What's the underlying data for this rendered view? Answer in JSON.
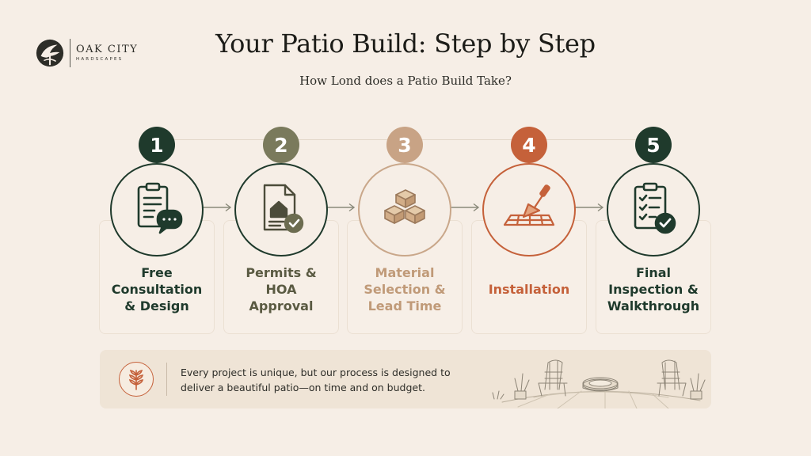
{
  "brand": {
    "name": "OAK CITY",
    "tagline": "HARDSCAPES"
  },
  "header": {
    "title": "Your Patio Build: Step by Step",
    "subtitle": "How Lond does a Patio Build Take?"
  },
  "colors": {
    "background": "#f6eee6",
    "dark_green": "#1f3a2c",
    "olive": "#7a7a5c",
    "tan": "#cfa98a",
    "rust": "#c5613a",
    "text_dark": "#1c1c18"
  },
  "steps": [
    {
      "number": "1",
      "label": "Free\nConsultation\n& Design",
      "icon": "clipboard-chat-icon",
      "color": "#1f3a2c"
    },
    {
      "number": "2",
      "label": "Permits &\nHOA\nApproval",
      "icon": "document-house-check-icon",
      "color": "#7a7a5c"
    },
    {
      "number": "3",
      "label": "Material\nSelection &\nLead Time",
      "icon": "stacked-pavers-icon",
      "color": "#c8a385"
    },
    {
      "number": "4",
      "label": "Installation",
      "icon": "trowel-bricks-icon",
      "color": "#c5613a"
    },
    {
      "number": "5",
      "label": "Final\nInspection &\nWalkthrough",
      "icon": "checklist-check-icon",
      "color": "#1f3a2c"
    }
  ],
  "footer": {
    "icon": "wheat-icon",
    "text": "Every project is unique, but our process is designed to deliver a beautiful patio—on time and on budget.",
    "scene": "patio-fire-pit-illustration"
  }
}
